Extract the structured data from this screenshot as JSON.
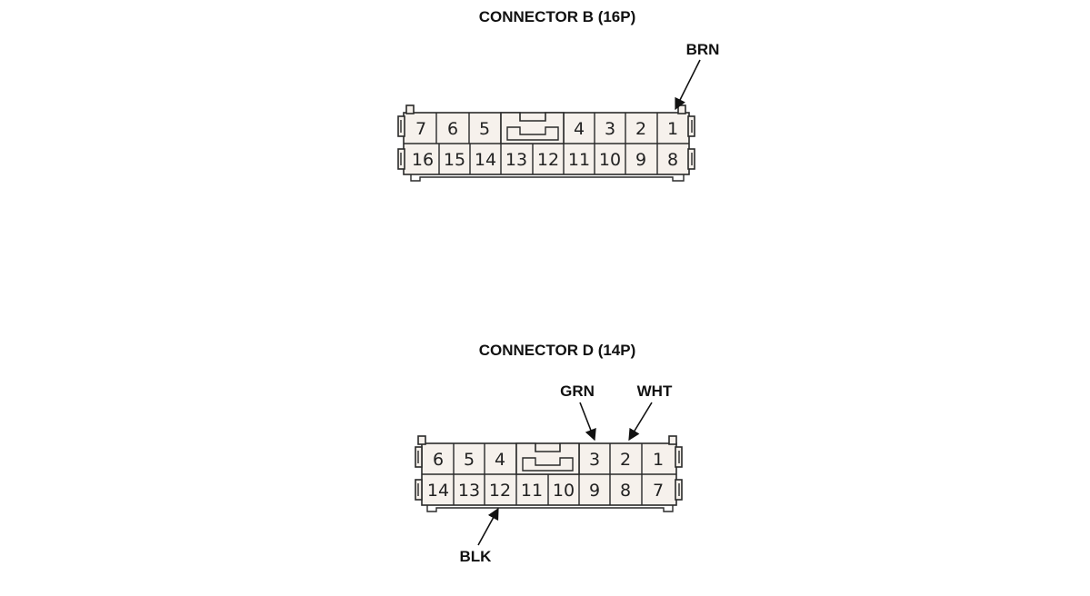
{
  "connector_b": {
    "title": "CONNECTOR B (16P)",
    "top_row": [
      "7",
      "6",
      "5",
      "4",
      "3",
      "2",
      "1"
    ],
    "bottom_row": [
      "16",
      "15",
      "14",
      "13",
      "12",
      "11",
      "10",
      "9",
      "8"
    ],
    "wire_labels": {
      "brn": "BRN"
    }
  },
  "connector_d": {
    "title": "CONNECTOR D (14P)",
    "top_row": [
      "6",
      "5",
      "4",
      "3",
      "2",
      "1"
    ],
    "bottom_row": [
      "14",
      "13",
      "12",
      "11",
      "10",
      "9",
      "8",
      "7"
    ],
    "wire_labels": {
      "grn": "GRN",
      "wht": "WHT",
      "blk": "BLK"
    }
  }
}
